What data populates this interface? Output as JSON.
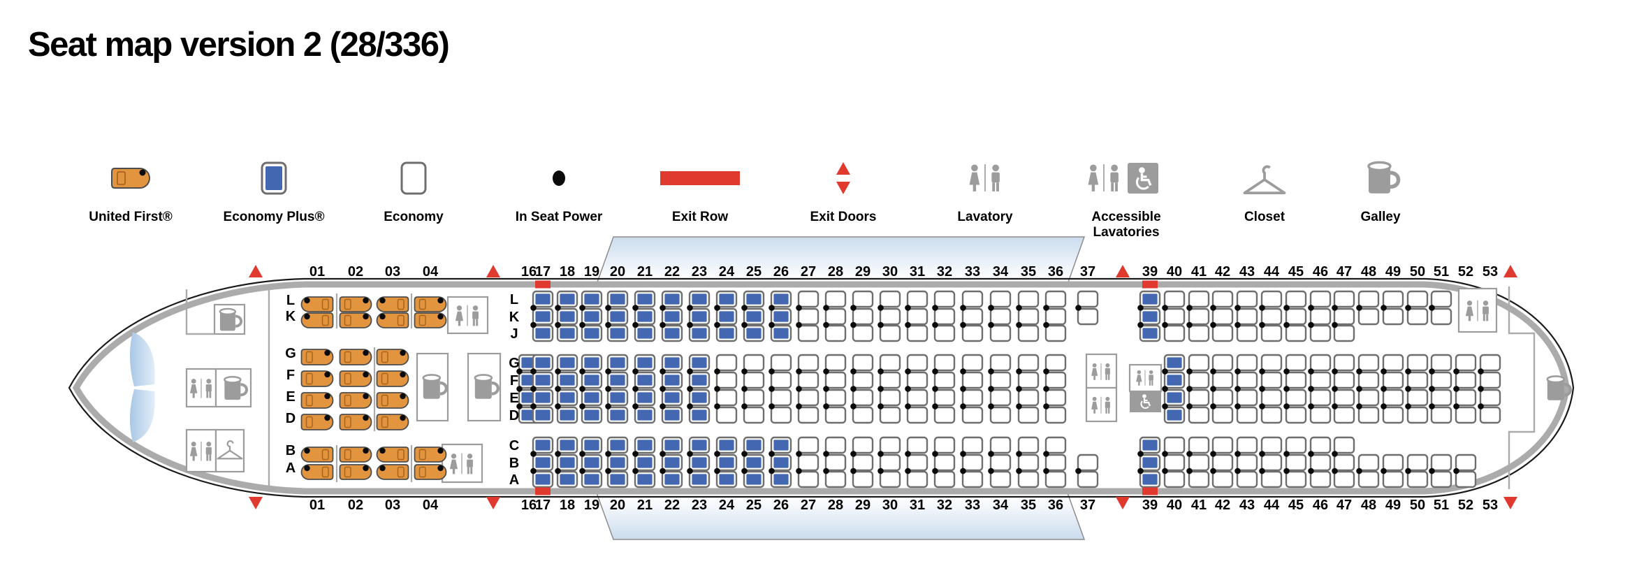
{
  "title": "Seat map version 2 (28/336)",
  "legend": {
    "items": [
      {
        "id": "united-first",
        "icon": "united-first-seat-icon",
        "lines": [
          "United First®"
        ]
      },
      {
        "id": "economy-plus",
        "icon": "economy-plus-seat-icon",
        "lines": [
          "Economy Plus®"
        ]
      },
      {
        "id": "economy",
        "icon": "economy-seat-icon",
        "lines": [
          "Economy"
        ]
      },
      {
        "id": "in-seat-power",
        "icon": "power-dot-icon",
        "lines": [
          "In Seat Power"
        ]
      },
      {
        "id": "exit-row",
        "icon": "exit-row-bar-icon",
        "lines": [
          "Exit Row"
        ]
      },
      {
        "id": "exit-doors",
        "icon": "exit-doors-arrows-icon",
        "lines": [
          "Exit Doors"
        ]
      },
      {
        "id": "lavatory",
        "icon": "lavatory-icon",
        "lines": [
          "Lavatory"
        ]
      },
      {
        "id": "accessible-lavatories",
        "icon": "accessible-lavatory-icon",
        "lines": [
          "Accessible",
          "Lavatories"
        ]
      },
      {
        "id": "closet",
        "icon": "closet-hanger-icon",
        "lines": [
          "Closet"
        ]
      },
      {
        "id": "galley",
        "icon": "galley-mug-icon",
        "lines": [
          "Galley"
        ]
      }
    ]
  },
  "colors": {
    "united_first": "#E2953E",
    "united_first_outline": "#4D4D4D",
    "economy_plus": "#4467B2",
    "exit_red": "#E0392E",
    "fuselage_gray": "#ABABAB",
    "icon_gray": "#9C9C9C",
    "seat_outline": "#6E6E6E",
    "power_dot": "#0A0A0A",
    "wing_blue": "#CBDCEE",
    "windshield_blue": "#A9C7E5"
  },
  "seat_map": {
    "first_class": {
      "columns": [
        "01",
        "02",
        "03",
        "04"
      ],
      "bands": [
        {
          "name": "top",
          "letters": [
            "L",
            "K"
          ],
          "columns": [
            "01",
            "02",
            "03",
            "04"
          ]
        },
        {
          "name": "middle",
          "letters": [
            "G",
            "F",
            "E",
            "D"
          ],
          "columns": [
            "01",
            "02",
            "03"
          ]
        },
        {
          "name": "bottom",
          "letters": [
            "B",
            "A"
          ],
          "columns": [
            "01",
            "02",
            "03",
            "04"
          ]
        }
      ]
    },
    "economy": {
      "front_columns": [
        "16",
        "17",
        "18",
        "19",
        "20",
        "21",
        "22",
        "23",
        "24",
        "25",
        "26",
        "27",
        "28",
        "29",
        "30",
        "31",
        "32",
        "33",
        "34",
        "35",
        "36",
        "37"
      ],
      "rear_columns": [
        "39",
        "40",
        "41",
        "42",
        "43",
        "44",
        "45",
        "46",
        "47",
        "48",
        "49",
        "50",
        "51",
        "52",
        "53"
      ],
      "bands": [
        {
          "name": "top",
          "letters": [
            "L",
            "K",
            "J"
          ],
          "segments": [
            {
              "class": "plus",
              "columns": [
                "17",
                "18",
                "19",
                "20",
                "21",
                "22",
                "23",
                "24",
                "25",
                "26"
              ]
            },
            {
              "class": "standard",
              "columns": [
                "27",
                "28",
                "29",
                "30",
                "31",
                "32",
                "33",
                "34",
                "35",
                "36"
              ]
            },
            {
              "class": "standard",
              "columns": [
                "37"
              ],
              "letters": [
                "L",
                "K"
              ]
            },
            {
              "class": "plus",
              "columns": [
                "39"
              ]
            },
            {
              "class": "standard",
              "columns": [
                "40",
                "41",
                "42",
                "43",
                "44",
                "45",
                "46",
                "47"
              ]
            },
            {
              "class": "standard",
              "columns": [
                "48",
                "49",
                "50",
                "51"
              ],
              "letters": [
                "L",
                "K"
              ]
            }
          ]
        },
        {
          "name": "middle",
          "letters": [
            "G",
            "F",
            "E",
            "D"
          ],
          "segments": [
            {
              "class": "plus",
              "columns": [
                "16",
                "17",
                "18",
                "19",
                "20",
                "21",
                "22",
                "23"
              ]
            },
            {
              "class": "standard",
              "columns": [
                "24",
                "25",
                "26",
                "27",
                "28",
                "29",
                "30",
                "31",
                "32",
                "33",
                "34",
                "35",
                "36"
              ]
            },
            {
              "class": "plus",
              "columns": [
                "40"
              ]
            },
            {
              "class": "standard",
              "columns": [
                "41",
                "42",
                "43",
                "44",
                "45",
                "46",
                "47",
                "48",
                "49",
                "50",
                "51",
                "52",
                "53"
              ]
            }
          ]
        },
        {
          "name": "bottom",
          "letters": [
            "C",
            "B",
            "A"
          ],
          "segments": [
            {
              "class": "plus",
              "columns": [
                "17",
                "18",
                "19",
                "20",
                "21",
                "22",
                "23",
                "24",
                "25",
                "26"
              ]
            },
            {
              "class": "standard",
              "columns": [
                "27",
                "28",
                "29",
                "30",
                "31",
                "32",
                "33",
                "34",
                "35",
                "36"
              ]
            },
            {
              "class": "standard",
              "columns": [
                "37"
              ],
              "letters": [
                "B",
                "A"
              ]
            },
            {
              "class": "plus",
              "columns": [
                "39"
              ]
            },
            {
              "class": "standard",
              "columns": [
                "40",
                "41",
                "42",
                "43",
                "44",
                "45",
                "46",
                "47"
              ]
            },
            {
              "class": "standard",
              "columns": [
                "48",
                "49",
                "50",
                "51",
                "52"
              ],
              "letters": [
                "B",
                "A"
              ]
            }
          ]
        }
      ],
      "exit_row_columns": [
        "17",
        "39"
      ],
      "exit_door_positions": [
        "forward-of-row-01",
        "forward-of-row-16",
        "between-rows-37-39",
        "aft-of-row-53"
      ],
      "in_seat_power_all_seats": true
    },
    "facilities": [
      {
        "type": "galley",
        "location": "nose-upper"
      },
      {
        "type": "lavatory",
        "location": "nose-center"
      },
      {
        "type": "galley",
        "location": "nose-center"
      },
      {
        "type": "lavatory",
        "location": "nose-lower"
      },
      {
        "type": "closet",
        "location": "nose-lower"
      },
      {
        "type": "lavatory",
        "location": "behind-first-class-upper"
      },
      {
        "type": "galley",
        "location": "behind-first-class-center-left"
      },
      {
        "type": "galley",
        "location": "behind-first-class-center-right"
      },
      {
        "type": "lavatory",
        "location": "behind-first-class-lower"
      },
      {
        "type": "lavatory",
        "location": "mid-cabin-upper"
      },
      {
        "type": "lavatory",
        "location": "mid-cabin-lower"
      },
      {
        "type": "accessible-lavatory",
        "location": "mid-cabin-center"
      },
      {
        "type": "lavatory",
        "location": "rear-upper"
      },
      {
        "type": "galley",
        "location": "tail"
      }
    ]
  }
}
